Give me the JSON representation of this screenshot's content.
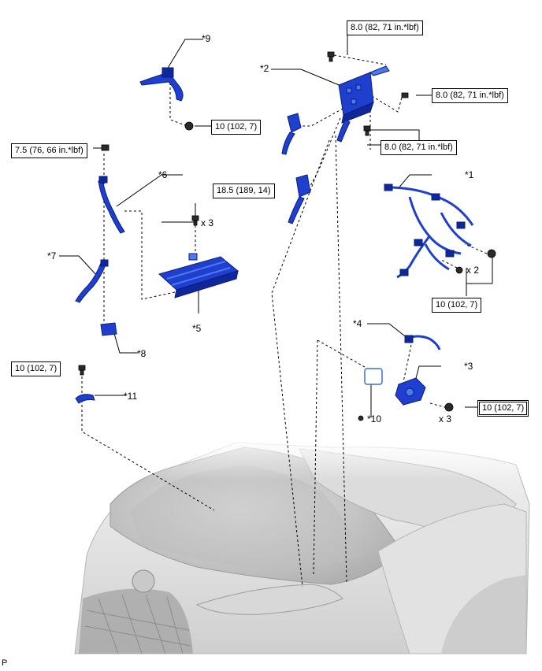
{
  "callouts": {
    "c1": "*1",
    "c2": "*2",
    "c3": "*3",
    "c4": "*4",
    "c5": "*5",
    "c6": "*6",
    "c7": "*7",
    "c8": "*8",
    "c9": "*9",
    "c10": "*10",
    "c11": "*11"
  },
  "torques": {
    "t_bracket_top": "8.0 (82, 71 in.*lbf)",
    "t_bracket_right": "8.0 (82, 71 in.*lbf)",
    "t_bracket_lower": "8.0 (82, 71 in.*lbf)",
    "t_clamp9": "10 (102, 7)",
    "t_nut_left": "7.5 (76, 66 in.*lbf)",
    "t_bracket5": "18.5 (189, 14)",
    "t_harness1": "10 (102, 7)",
    "t_bolt11": "10 (102, 7)",
    "t_sensor3": "10 (102, 7)"
  },
  "quantities": {
    "q_bracket5": "x 3",
    "q_harness1": "x 2",
    "q_sensor3": "x 3"
  },
  "figure_code": "P",
  "colors": {
    "part_blue": "#1f3fcf",
    "part_dark": "#0f2799",
    "part_light": "#4f78f0"
  }
}
